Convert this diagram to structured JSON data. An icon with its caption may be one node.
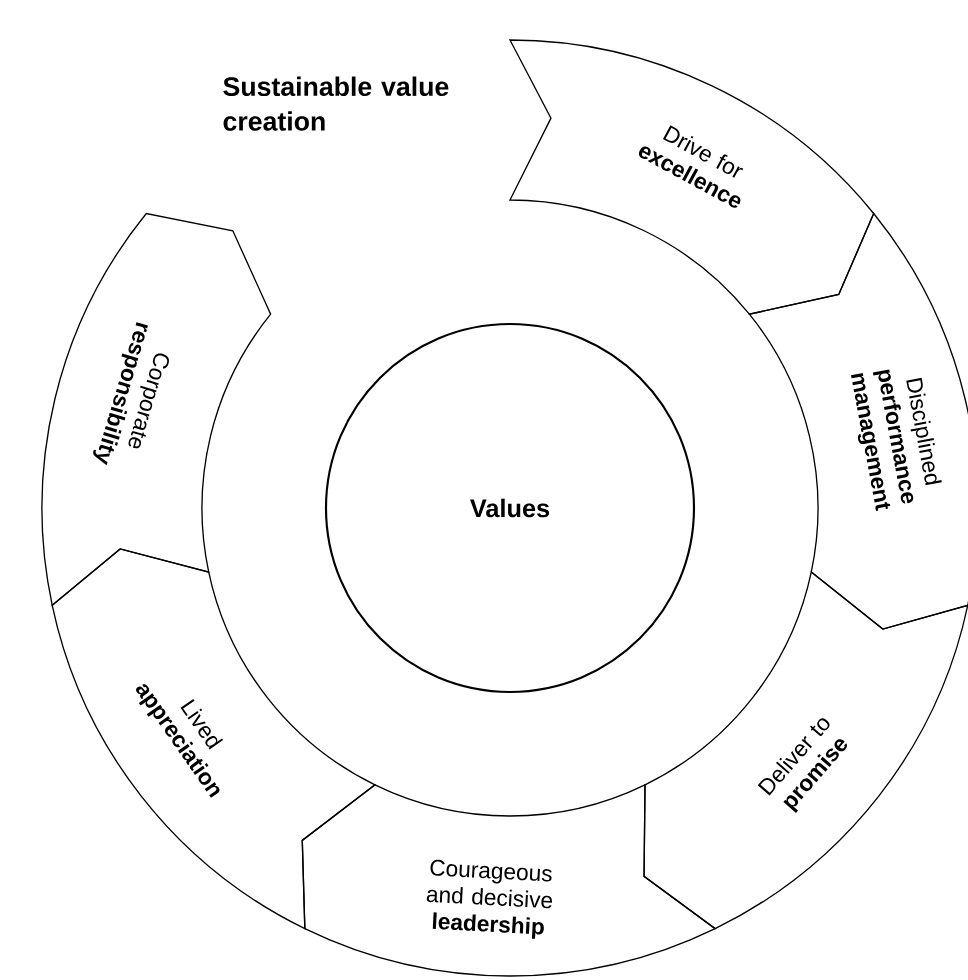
{
  "diagram": {
    "title": "Sustainable value creation",
    "nodes": [
      {
        "text": [
          "Drive for **excellence**"
        ]
      },
      {
        "text": [
          "Disciplined **performance management**"
        ]
      },
      {
        "text": [
          "Deliver to **promise**"
        ]
      },
      {
        "text": [
          "Courageous and decisive **leadership**"
        ]
      },
      {
        "text": [
          "Lived **appreciation**"
        ]
      },
      {
        "text": [
          "Corporate **responsibility**"
        ]
      },
      {
        "text": [
          "Values"
        ]
      }
    ]
  }
}
